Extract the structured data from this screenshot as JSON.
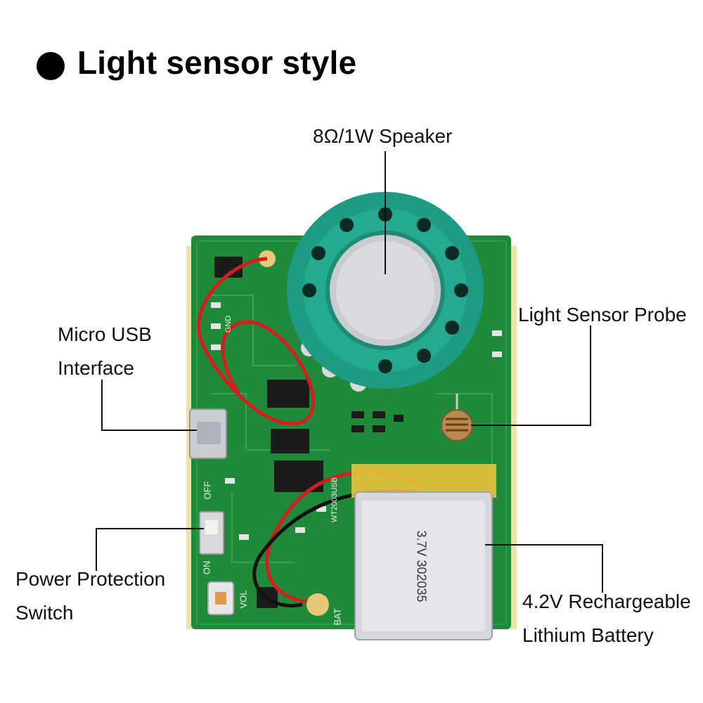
{
  "heading": "Light sensor style",
  "labels": {
    "speaker": "8Ω/1W Speaker",
    "light_sensor": "Light Sensor Probe",
    "usb_line1": "Micro USB",
    "usb_line2": "Interface",
    "power_line1": "Power Protection",
    "power_line2": "Switch",
    "battery_line1": "4.2V Rechargeable",
    "battery_line2": "Lithium Battery"
  },
  "pcb": {
    "board_print": "WT2003USB",
    "switch_on": "ON",
    "switch_off": "OFF",
    "vol": "VOL",
    "bat": "BAT",
    "gnd": "GND",
    "battery_print": "3.7V 302035"
  },
  "colors": {
    "pcb_green": "#1f8a3a",
    "speaker_teal": "#1fa38a",
    "battery_silver": "#d6d8dc",
    "tape_yellow": "#e8c23a"
  }
}
